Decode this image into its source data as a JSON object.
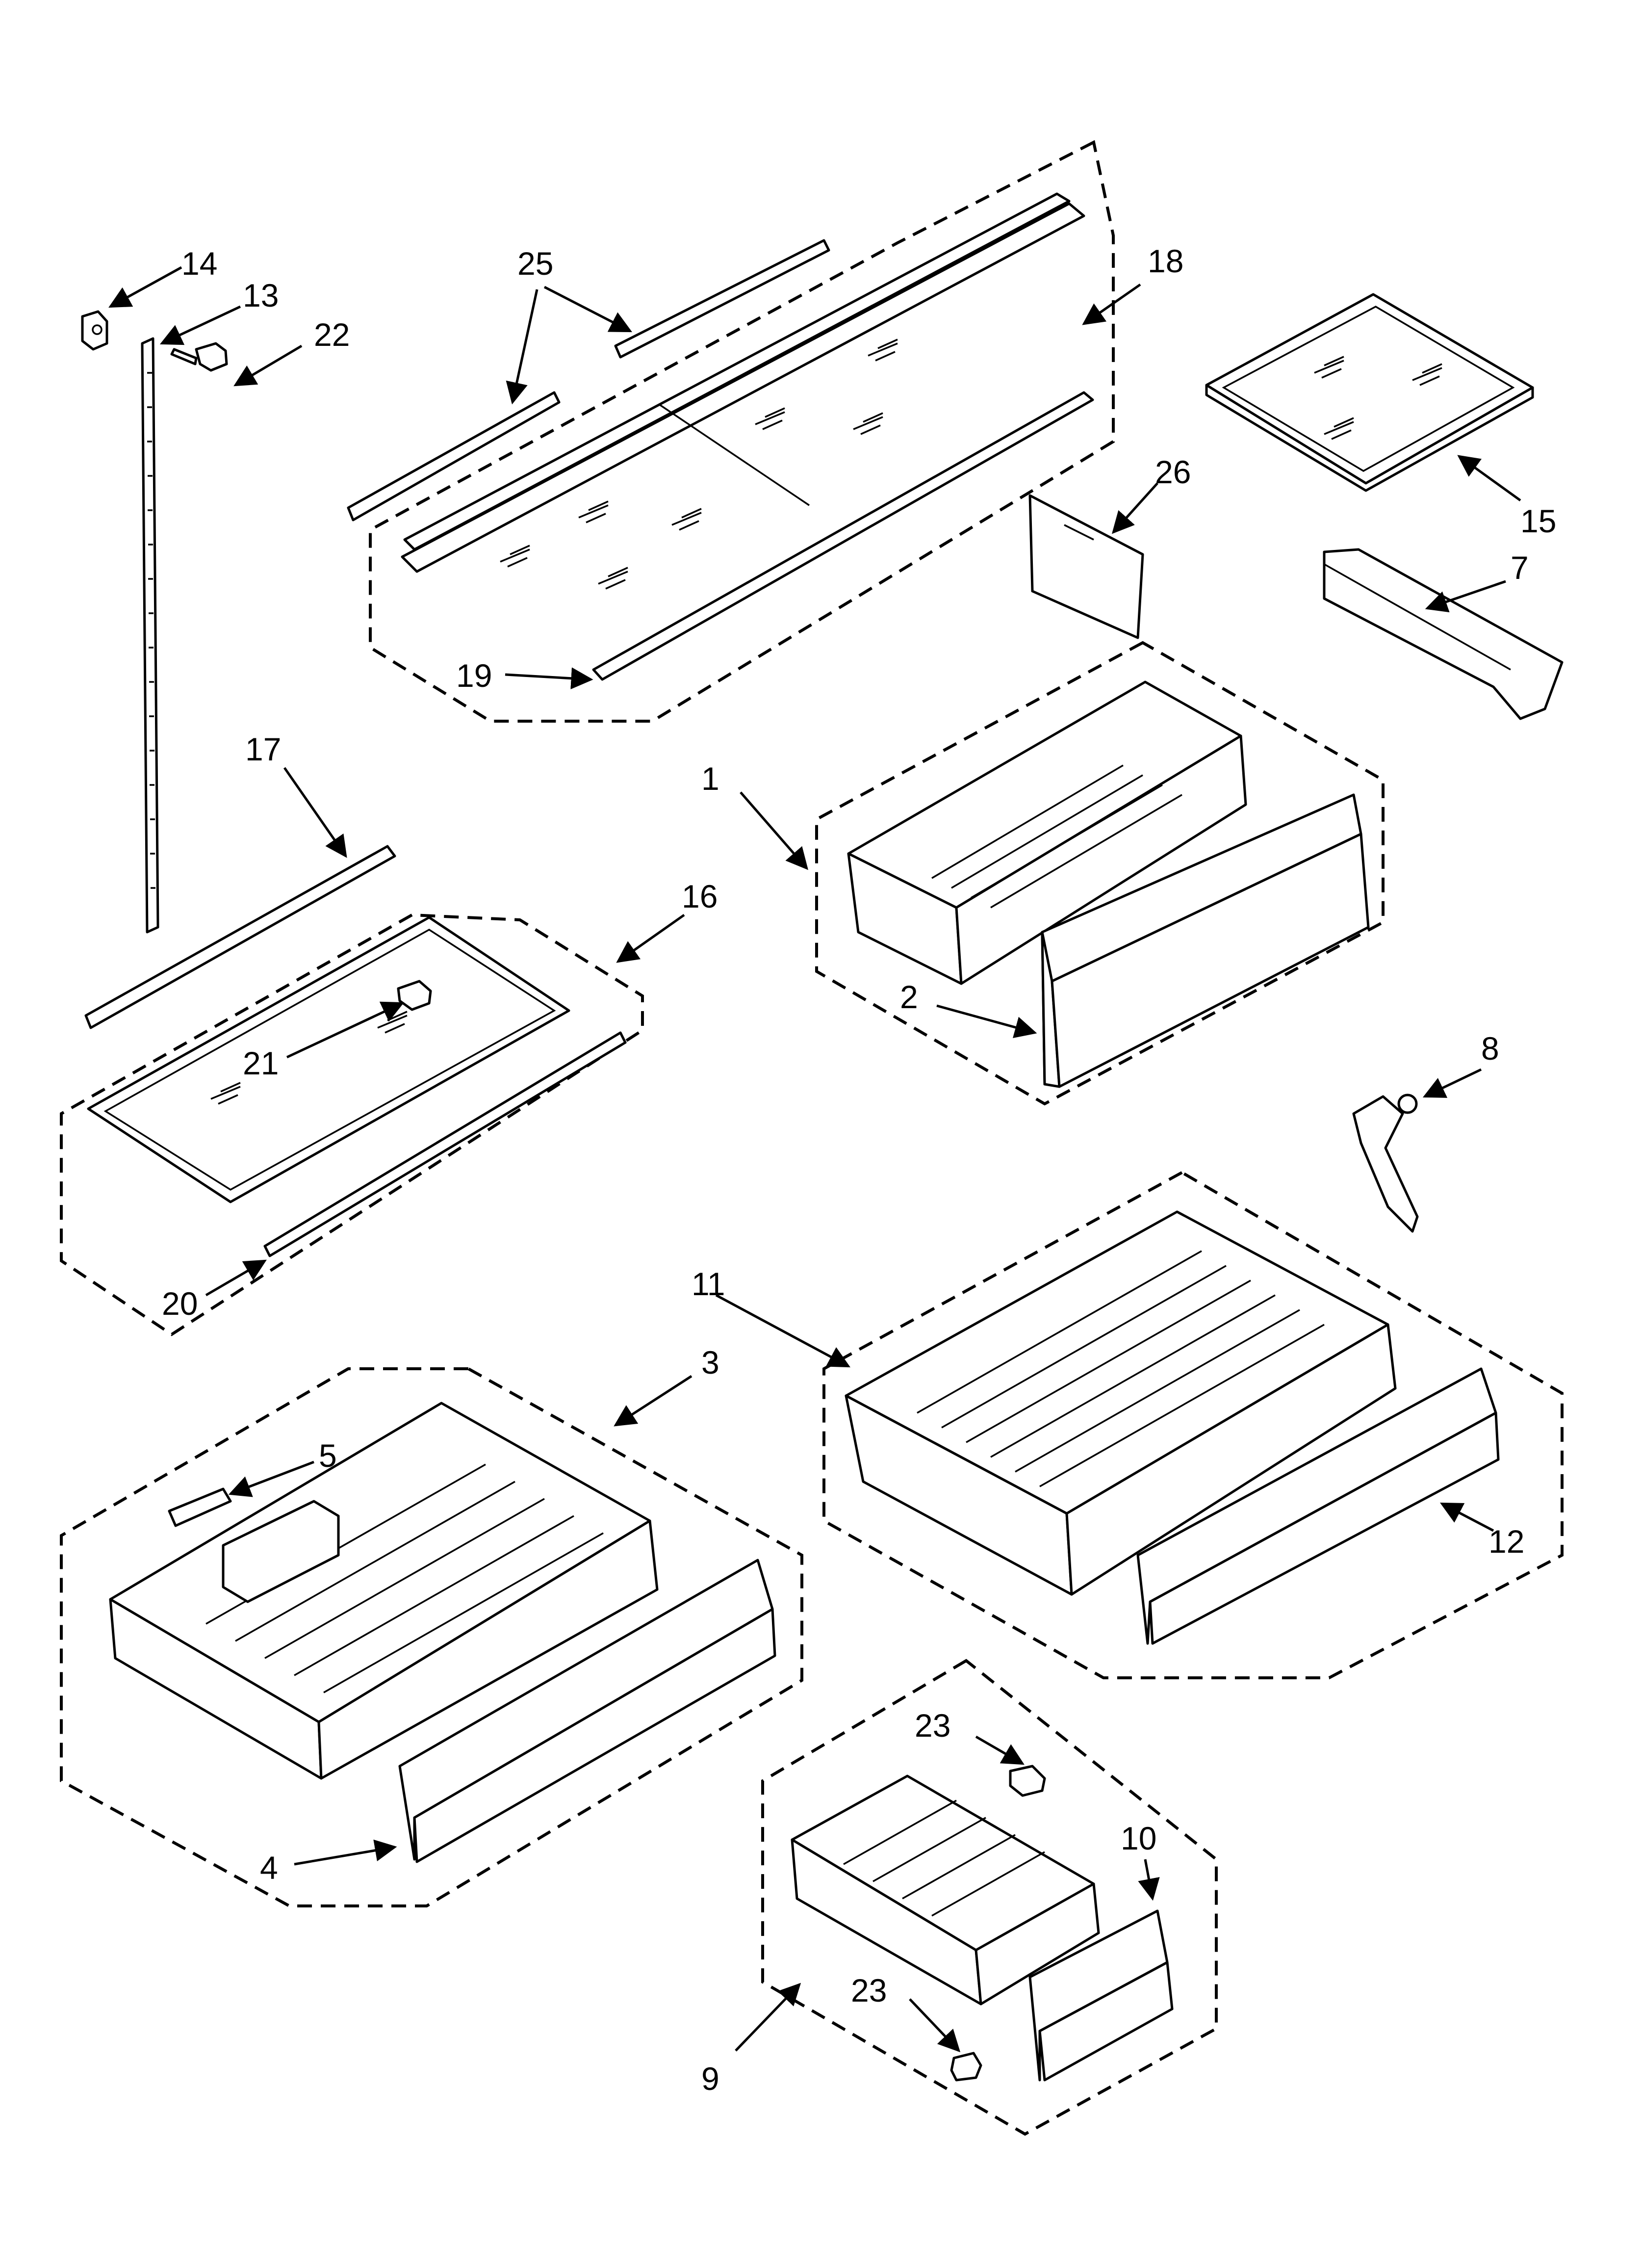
{
  "diagram": {
    "type": "exploded-parts",
    "callouts": {
      "c1": "1",
      "c2": "2",
      "c3": "3",
      "c4": "4",
      "c5": "5",
      "c7": "7",
      "c8": "8",
      "c9": "9",
      "c10": "10",
      "c11": "11",
      "c12": "12",
      "c13": "13",
      "c14": "14",
      "c15": "15",
      "c16": "16",
      "c17": "17",
      "c18": "18",
      "c19": "19",
      "c20": "20",
      "c21": "21",
      "c22": "22",
      "c23a": "23",
      "c23b": "23",
      "c25": "25",
      "c26": "26"
    }
  }
}
